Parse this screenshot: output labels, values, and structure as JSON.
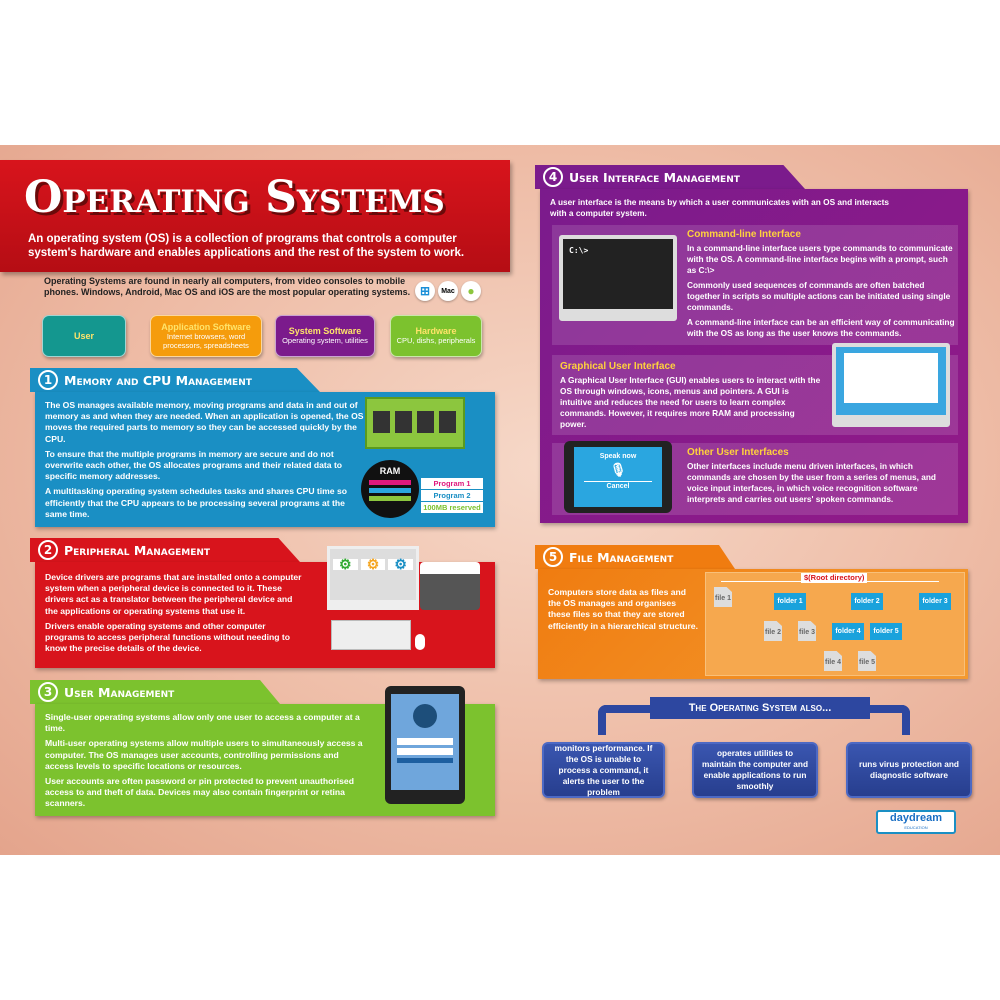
{
  "header": {
    "title": "Operating Systems",
    "subtitle": "An operating system (OS) is a collection of programs that controls a computer system's hardware and enables applications and the rest of the system to work."
  },
  "intro": {
    "text": "Operating Systems are found in nearly all computers, from video consoles to mobile phones. Windows, Android, Mac OS and iOS are the most popular operating systems.",
    "os_icons": [
      "windows-icon",
      "mac-icon",
      "android-icon"
    ],
    "mac_label": "Mac"
  },
  "flow": [
    {
      "title": "User",
      "desc": ""
    },
    {
      "title": "Application Software",
      "desc": "Internet browsers, word processors, spreadsheets"
    },
    {
      "title": "System Software",
      "desc": "Operating system, utilities"
    },
    {
      "title": "Hardware",
      "desc": "CPU, dishs, peripherals"
    }
  ],
  "sections": {
    "memory": {
      "num": "1",
      "title": "Memory and CPU Management",
      "paragraphs": [
        "The OS manages available memory, moving programs and data in and out of memory as and when they are needed. When an application is opened, the OS moves the required parts to memory so they can be accessed quickly by the CPU.",
        "To ensure that the multiple programs in memory are secure and do not overwrite each other, the OS allocates programs and their related data to specific memory addresses.",
        "A multitasking operating system schedules tasks and shares CPU time so efficiently that the CPU appears to be processing several programs at the same time."
      ],
      "ram_label": "RAM",
      "ram_items": [
        "Program 1",
        "Program 2",
        "100MB reserved"
      ]
    },
    "peripheral": {
      "num": "2",
      "title": "Peripheral Management",
      "paragraphs": [
        "Device drivers are programs that are installed onto a computer system when a peripheral device is connected to it. These drivers act as a translator between the peripheral device and the applications or operating systems that use it.",
        "Drivers enable operating systems and other computer programs to access peripheral functions without needing to know the precise details of the device."
      ]
    },
    "user": {
      "num": "3",
      "title": "User Management",
      "paragraphs": [
        "Single-user operating systems allow only one user to access a computer at a time.",
        "Multi-user operating systems allow multiple users to simultaneously access a computer. The OS manages user accounts, controlling permissions and access levels to specific locations or resources.",
        "User accounts are often password or pin protected to prevent unauthorised access to and theft of data. Devices may also contain fingerprint or retina scanners."
      ]
    },
    "ui": {
      "num": "4",
      "title": "User Interface Management",
      "intro": "A user interface is the means by which a user communicates with an OS and interacts with a computer system.",
      "cli": {
        "title": "Command-line Interface",
        "prompt": "C:\\>",
        "paragraphs": [
          "In a command-line interface users type commands to communicate with the OS. A command-line interface begins with a prompt, such as C:\\>",
          "Commonly used sequences of commands are often batched together in scripts so multiple actions can be initiated using single commands.",
          "A command-line interface can be an efficient way of communicating with the OS as long as the user knows the commands."
        ]
      },
      "gui": {
        "title": "Graphical User Interface",
        "text": "A Graphical User Interface (GUI) enables users to interact with the OS through windows, icons, menus and pointers. A GUI is intuitive and reduces the need for users to learn complex commands. However, it requires more RAM and processing power."
      },
      "other": {
        "title": "Other User Interfaces",
        "text": "Other interfaces include menu driven interfaces, in which commands are chosen by the user from a series of menus, and voice input interfaces, in which voice recognition software interprets and carries out users' spoken commands.",
        "speak_now": "Speak now",
        "cancel": "Cancel"
      }
    },
    "file": {
      "num": "5",
      "title": "File Management",
      "text": "Computers store data as files and the OS manages and organises these files so that they are stored efficiently in a hierarchical structure.",
      "tree": {
        "root": "$(Root directory)",
        "folders": [
          "folder 1",
          "folder 2",
          "folder 3",
          "folder 4",
          "folder 5"
        ],
        "files": [
          "file 1",
          "file 2",
          "file 3",
          "file 4",
          "file 5"
        ]
      }
    }
  },
  "also": {
    "title": "The Operating System also...",
    "items": [
      "monitors performance. If the OS is unable to process a command, it alerts the user to the problem",
      "operates utilities to maintain the computer and enable applications to run smoothly",
      "runs virus protection and diagnostic software"
    ]
  },
  "logo": {
    "text": "daydream",
    "sub": "EDUCATION"
  },
  "colors": {
    "red": "#d8141c",
    "blue": "#1a8fc4",
    "green": "#7cc22e",
    "purple": "#7b1b8c",
    "orange": "#f07c10",
    "navy": "#2d47a0"
  }
}
